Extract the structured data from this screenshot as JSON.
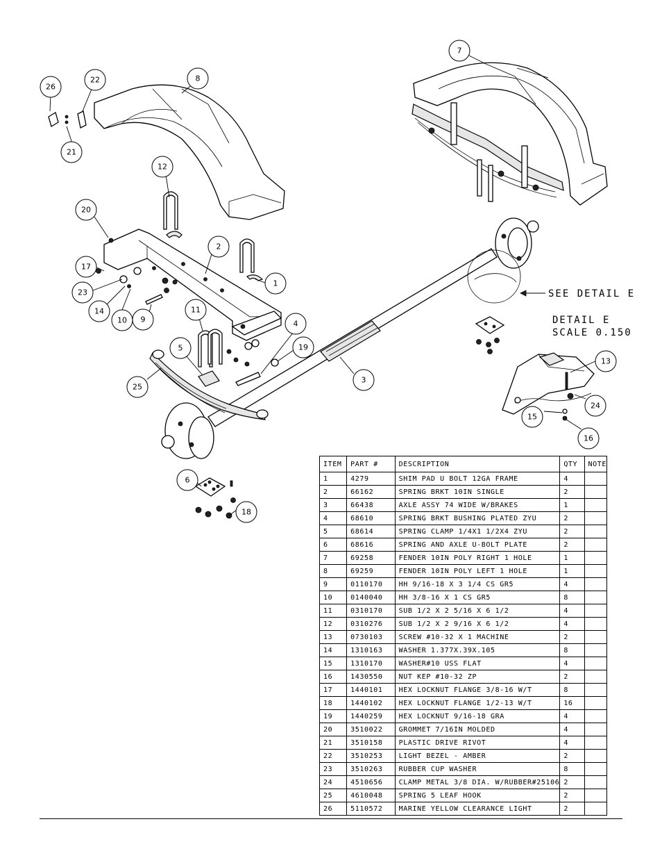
{
  "detail": {
    "see_detail": "SEE DETAIL  E",
    "detail_title": "DETAIL  E",
    "detail_scale": "SCALE  0.150"
  },
  "callouts": [
    "26",
    "22",
    "8",
    "21",
    "7",
    "12",
    "20",
    "2",
    "17",
    "1",
    "23",
    "14",
    "10",
    "9",
    "11",
    "4",
    "5",
    "19",
    "25",
    "3",
    "13",
    "24",
    "15",
    "16",
    "6",
    "18"
  ],
  "bom": {
    "headers": {
      "item": "ITEM",
      "part": "PART #",
      "description": "DESCRIPTION",
      "qty": "QTY",
      "note": "NOTE"
    },
    "rows": [
      {
        "item": "1",
        "part": "4279",
        "description": "SHIM PAD  U BOLT 12GA FRAME",
        "qty": "4",
        "note": ""
      },
      {
        "item": "2",
        "part": "66162",
        "description": "SPRING BRKT  10IN SINGLE",
        "qty": "2",
        "note": ""
      },
      {
        "item": "3",
        "part": "66438",
        "description": "AXLE ASSY 74 WIDE W/BRAKES",
        "qty": "1",
        "note": ""
      },
      {
        "item": "4",
        "part": "68610",
        "description": "SPRING BRKT BUSHING PLATED ZYU",
        "qty": "2",
        "note": ""
      },
      {
        "item": "5",
        "part": "68614",
        "description": "SPRING CLAMP   1/4X1 1/2X4  ZYU",
        "qty": "2",
        "note": ""
      },
      {
        "item": "6",
        "part": "68616",
        "description": "SPRING AND AXLE U-BOLT PLATE",
        "qty": "2",
        "note": ""
      },
      {
        "item": "7",
        "part": "69258",
        "description": "FENDER  10IN POLY RIGHT 1 HOLE",
        "qty": "1",
        "note": ""
      },
      {
        "item": "8",
        "part": "69259",
        "description": "FENDER  10IN POLY LEFT 1 HOLE",
        "qty": "1",
        "note": ""
      },
      {
        "item": "9",
        "part": "0110170",
        "description": "HH 9/16-18 X 3 1/4 CS GR5",
        "qty": "4",
        "note": ""
      },
      {
        "item": "10",
        "part": "0140040",
        "description": "HH 3/8-16 X 1 CS GR5",
        "qty": "8",
        "note": ""
      },
      {
        "item": "11",
        "part": "0310170",
        "description": "SUB 1/2 X 2 5/16 X 6 1/2",
        "qty": "4",
        "note": ""
      },
      {
        "item": "12",
        "part": "0310276",
        "description": "SUB 1/2 X 2 9/16 X 6 1/2",
        "qty": "4",
        "note": ""
      },
      {
        "item": "13",
        "part": "0730103",
        "description": "SCREW #10-32 X 1 MACHINE",
        "qty": "2",
        "note": ""
      },
      {
        "item": "14",
        "part": "1310163",
        "description": "WASHER 1.377X.39X.105",
        "qty": "8",
        "note": ""
      },
      {
        "item": "15",
        "part": "1310170",
        "description": "WASHER#10 USS FLAT",
        "qty": "4",
        "note": ""
      },
      {
        "item": "16",
        "part": "1430550",
        "description": "NUT KEP #10-32 ZP",
        "qty": "2",
        "note": ""
      },
      {
        "item": "17",
        "part": "1440101",
        "description": "HEX LOCKNUT FLANGE 3/8-16 W/T",
        "qty": "8",
        "note": ""
      },
      {
        "item": "18",
        "part": "1440102",
        "description": "HEX LOCKNUT FLANGE 1/2-13 W/T",
        "qty": "16",
        "note": ""
      },
      {
        "item": "19",
        "part": "1440259",
        "description": "HEX LOCKNUT 9/16-18 GRA",
        "qty": "4",
        "note": ""
      },
      {
        "item": "20",
        "part": "3510022",
        "description": "GROMMET  7/16IN MOLDED",
        "qty": "4",
        "note": ""
      },
      {
        "item": "21",
        "part": "3510158",
        "description": "PLASTIC DRIVE RIVOT",
        "qty": "4",
        "note": ""
      },
      {
        "item": "22",
        "part": "3510253",
        "description": "LIGHT BEZEL - AMBER",
        "qty": "2",
        "note": ""
      },
      {
        "item": "23",
        "part": "3510263",
        "description": "RUBBER CUP WASHER",
        "qty": "8",
        "note": ""
      },
      {
        "item": "24",
        "part": "4510656",
        "description": "CLAMP METAL 3/8 DIA. W/RUBBER#25106",
        "qty": "2",
        "note": ""
      },
      {
        "item": "25",
        "part": "4610048",
        "description": "SPRING  5 LEAF HOOK",
        "qty": "2",
        "note": ""
      },
      {
        "item": "26",
        "part": "5110572",
        "description": "MARINE YELLOW CLEARANCE LIGHT",
        "qty": "2",
        "note": ""
      }
    ]
  }
}
